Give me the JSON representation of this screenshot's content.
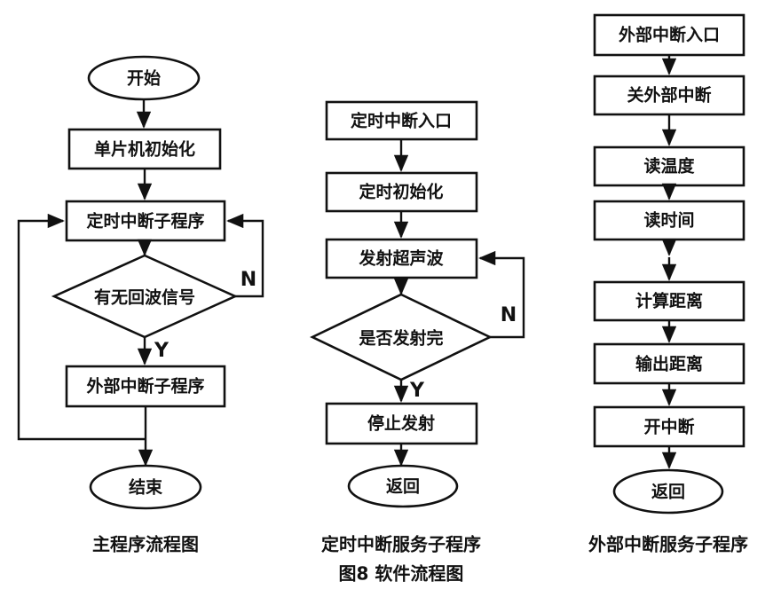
{
  "figure": {
    "title": "图8 软件流程图",
    "captions": {
      "column1": "主程序流程图",
      "column2": "定时中断服务子程序",
      "column3": "外部中断服务子程序"
    },
    "branch_labels": {
      "yes": "Y",
      "no": "N"
    },
    "colors": {
      "stroke": "#111111",
      "background": "#ffffff",
      "text": "#111111"
    }
  },
  "column1": {
    "name": "主程序流程图",
    "nodes": {
      "start": "开始",
      "init_mcu": "单片机初始化",
      "timer_isr": "定时中断子程序",
      "decision_echo": "有无回波信号",
      "ext_isr": "外部中断子程序",
      "end": "结束"
    }
  },
  "column2": {
    "name": "定时中断服务子程序",
    "nodes": {
      "entry": "定时中断入口",
      "timer_init": "定时初始化",
      "emit_ultrasonic": "发射超声波",
      "decision_emit_done": "是否发射完",
      "stop_emit": "停止发射",
      "return": "返回"
    }
  },
  "column3": {
    "name": "外部中断服务子程序",
    "nodes": {
      "entry": "外部中断入口",
      "disable_ext_int": "关外部中断",
      "read_temperature": "读温度",
      "read_time": "读时间",
      "calc_distance": "计算距离",
      "output_distance": "输出距离",
      "enable_int": "开中断",
      "return": "返回"
    }
  }
}
